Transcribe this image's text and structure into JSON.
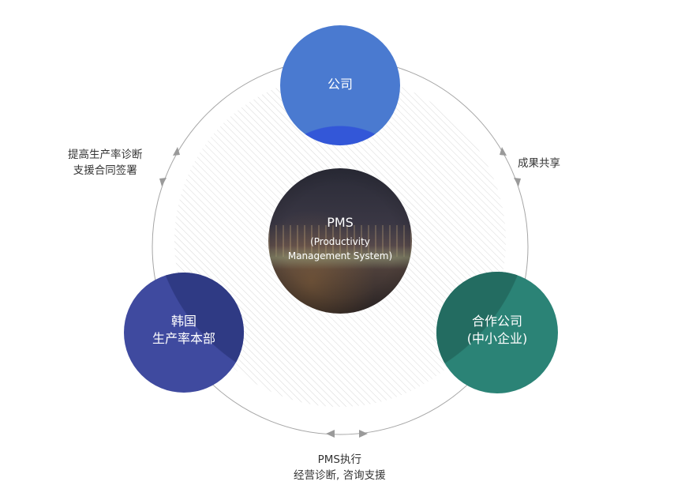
{
  "nodes": {
    "company": {
      "label": "公司"
    },
    "pms": {
      "title": "PMS",
      "sub1": "(Productivity",
      "sub2": "Management System)"
    },
    "korea": {
      "line1": "韩国",
      "line2": "生产率本部"
    },
    "partner": {
      "line1": "合作公司",
      "line2": "(中小企业)"
    }
  },
  "captions": {
    "left": {
      "line1": "提高生产率诊断",
      "line2": "支援合同签署"
    },
    "right": {
      "line1": "成果共享"
    },
    "bottom": {
      "line1": "PMS执行",
      "line2": "经营诊断, 咨询支援"
    }
  },
  "colors": {
    "company": "#4a7ad0",
    "korea": "#3f4a9f",
    "partner": "#2b8376",
    "ring": "#a6a6a6"
  }
}
